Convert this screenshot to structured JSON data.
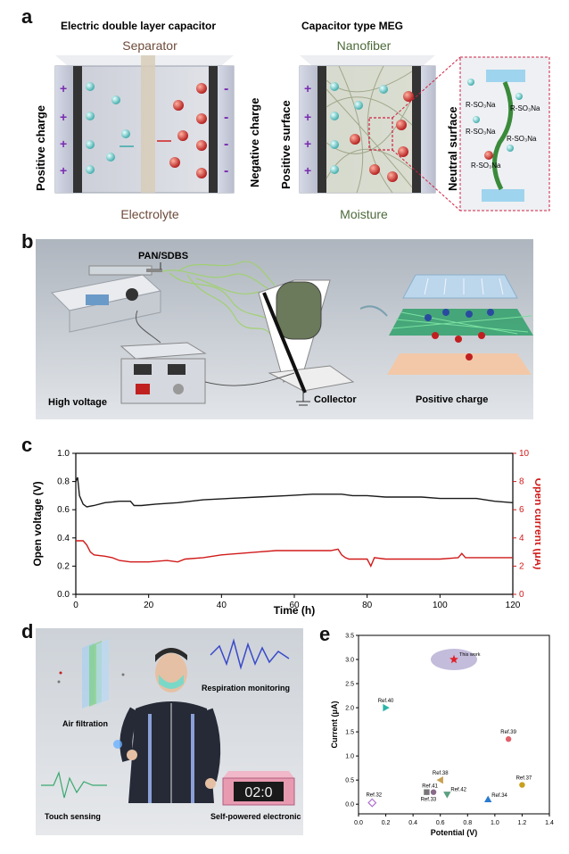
{
  "panel_a": {
    "letter": "a",
    "left": {
      "title": "Electric double layer capacitor",
      "separator": "Separator",
      "electrolyte": "Electrolyte",
      "positive": "Positive charge",
      "negative": "Negative charge",
      "plus": "+",
      "minus": "-"
    },
    "right": {
      "title": "Capacitor type MEG",
      "nanofiber": "Nanofiber",
      "moisture": "Moisture",
      "positive": "Positive surface",
      "neutral": "Neutral surface",
      "rso_labels": [
        "R-SO₃Na",
        "R-SO₃Na",
        "R-SO₃Na",
        "R-SO₃Na",
        "R-SO₃Na"
      ]
    }
  },
  "panel_b": {
    "letter": "b",
    "labels": {
      "pan": "PAN/SDBS",
      "high_voltage": "High voltage",
      "collector": "Collector",
      "positive_charge": "Positive charge"
    }
  },
  "panel_c": {
    "letter": "c",
    "chart_data": {
      "type": "line",
      "xlabel": "Time (h)",
      "ylabel_left": "Open voltage (V)",
      "ylabel_right": "Open current (μA)",
      "xlim": [
        0,
        120
      ],
      "ylim_left": [
        0,
        1.0
      ],
      "ylim_right": [
        0,
        10
      ],
      "x_ticks": [
        0,
        20,
        40,
        60,
        80,
        100,
        120
      ],
      "y_left_ticks": [
        "0.0",
        "0.2",
        "0.4",
        "0.6",
        "0.8",
        "1.0"
      ],
      "y_right_ticks": [
        "0",
        "2",
        "4",
        "6",
        "8",
        "10"
      ],
      "series": [
        {
          "axis": "left",
          "color": "#1a1a1a",
          "x": [
            0,
            0.5,
            1,
            2,
            3,
            5,
            8,
            12,
            15,
            16,
            18,
            22,
            28,
            35,
            42,
            50,
            58,
            65,
            70,
            73,
            76,
            80,
            85,
            90,
            95,
            100,
            105,
            110,
            115,
            120
          ],
          "y": [
            0.8,
            0.83,
            0.7,
            0.64,
            0.62,
            0.63,
            0.65,
            0.66,
            0.66,
            0.63,
            0.63,
            0.64,
            0.65,
            0.67,
            0.68,
            0.69,
            0.7,
            0.71,
            0.71,
            0.71,
            0.7,
            0.7,
            0.69,
            0.69,
            0.69,
            0.68,
            0.68,
            0.68,
            0.66,
            0.65
          ]
        },
        {
          "axis": "right",
          "color": "#d11a1a",
          "x": [
            0,
            2,
            3,
            4,
            5,
            8,
            10,
            12,
            15,
            20,
            25,
            28,
            30,
            35,
            40,
            45,
            50,
            55,
            60,
            65,
            70,
            72,
            73,
            74,
            75,
            80,
            81,
            82,
            85,
            90,
            95,
            100,
            105,
            106,
            107,
            110,
            115,
            120
          ],
          "y": [
            3.8,
            3.8,
            3.5,
            3.0,
            2.8,
            2.7,
            2.6,
            2.4,
            2.3,
            2.3,
            2.4,
            2.3,
            2.5,
            2.6,
            2.8,
            2.9,
            3.0,
            3.1,
            3.1,
            3.1,
            3.1,
            3.2,
            2.8,
            2.6,
            2.5,
            2.5,
            2.0,
            2.6,
            2.5,
            2.5,
            2.5,
            2.5,
            2.6,
            2.9,
            2.6,
            2.6,
            2.6,
            2.6
          ]
        }
      ]
    }
  },
  "panel_d": {
    "letter": "d",
    "labels": {
      "air_filtration": "Air filtration",
      "respiration": "Respiration monitoring",
      "touch": "Touch sensing",
      "self_powered": "Self-powered electronic",
      "clock": "02:0"
    }
  },
  "panel_e": {
    "letter": "e",
    "chart_data": {
      "type": "scatter",
      "xlabel": "Potential (V)",
      "ylabel": "Current (μA)",
      "xlim": [
        0.0,
        1.4
      ],
      "ylim": [
        -0.2,
        3.5
      ],
      "x_ticks": [
        "0.0",
        "0.2",
        "0.4",
        "0.6",
        "0.8",
        "1.0",
        "1.2",
        "1.4"
      ],
      "y_ticks": [
        "0.0",
        "0.5",
        "1.0",
        "1.5",
        "2.0",
        "2.5",
        "3.0",
        "3.5"
      ],
      "points": [
        {
          "label": "This work",
          "x": 0.7,
          "y": 3.0,
          "marker": "star",
          "color": "#e0202a"
        },
        {
          "label": "Ref.40",
          "x": 0.2,
          "y": 2.0,
          "marker": "tri-right",
          "color": "#2bb5a8"
        },
        {
          "label": "Ref.39",
          "x": 1.1,
          "y": 1.35,
          "marker": "circle",
          "color": "#e0606a"
        },
        {
          "label": "Ref.37",
          "x": 1.2,
          "y": 0.4,
          "marker": "circle",
          "color": "#c8a020"
        },
        {
          "label": "Ref.38",
          "x": 0.6,
          "y": 0.5,
          "marker": "tri-left",
          "color": "#c8a050"
        },
        {
          "label": "Ref.41",
          "x": 0.55,
          "y": 0.25,
          "marker": "circle",
          "color": "#8a6a8a"
        },
        {
          "label": "Ref.42",
          "x": 0.65,
          "y": 0.2,
          "marker": "tri-down",
          "color": "#5aa080"
        },
        {
          "label": "Ref.33",
          "x": 0.5,
          "y": 0.25,
          "marker": "square",
          "color": "#777777"
        },
        {
          "label": "Ref.34",
          "x": 0.95,
          "y": 0.1,
          "marker": "tri-up",
          "color": "#2a7ad0"
        },
        {
          "label": "Ref.32",
          "x": 0.1,
          "y": 0.03,
          "marker": "diamond",
          "color": "#b070d0"
        }
      ]
    }
  }
}
